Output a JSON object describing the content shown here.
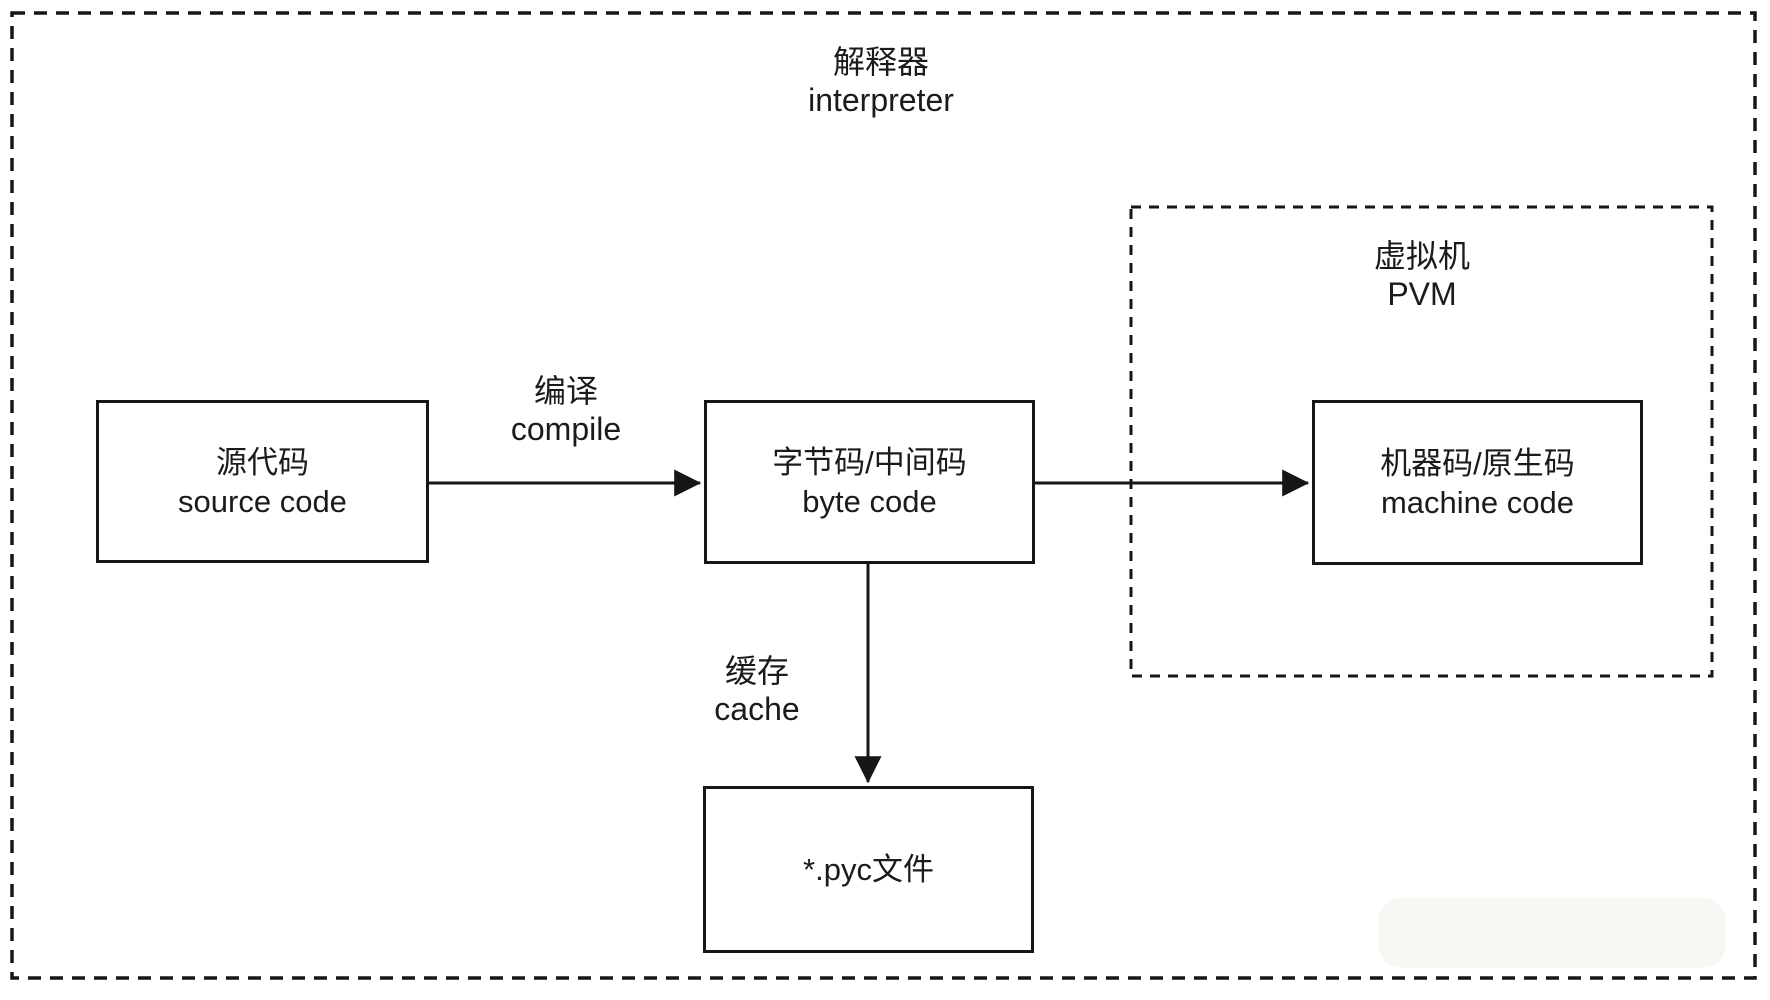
{
  "diagram": {
    "title": {
      "zh": "解释器",
      "en": "interpreter"
    },
    "pvm_group": {
      "zh": "虚拟机",
      "en": "PVM"
    },
    "nodes": {
      "source": {
        "zh": "源代码",
        "en": "source code"
      },
      "byte": {
        "zh": "字节码/中间码",
        "en": "byte code"
      },
      "machine": {
        "zh": "机器码/原生码",
        "en": "machine code"
      },
      "pyc": {
        "label": "*.pyc文件"
      }
    },
    "edges": {
      "compile": {
        "zh": "编译",
        "en": "compile"
      },
      "cache": {
        "zh": "缓存",
        "en": "cache"
      }
    },
    "colors": {
      "line": "#161616",
      "text": "#1b1b1b",
      "background": "#ffffff"
    }
  }
}
